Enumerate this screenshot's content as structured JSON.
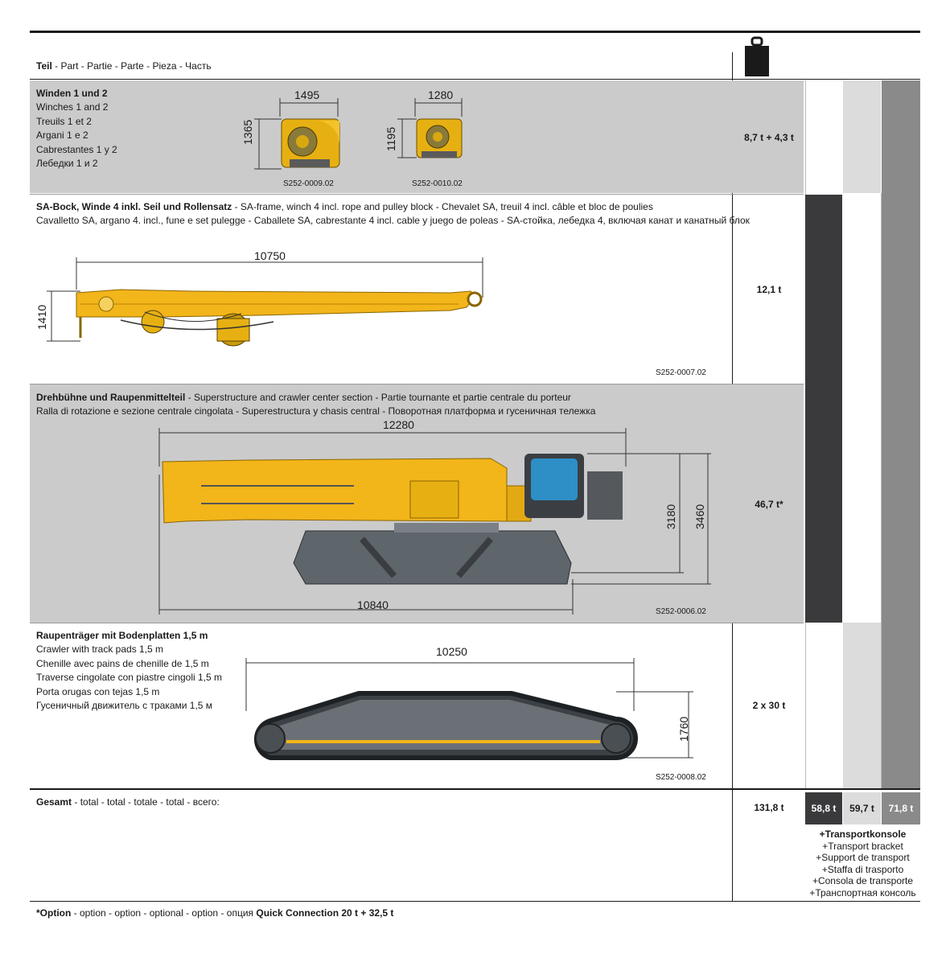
{
  "header": {
    "title_bold": "Teil",
    "title_rest": " - Part - Partie - Parte - Pieza - Часть",
    "weight_icon": "weight-icon"
  },
  "sections": [
    {
      "title_bold": "Winden 1 und 2",
      "lines": [
        "Winches 1 and 2",
        "Treuils 1 et 2",
        "Argani 1 e 2",
        "Cabrestantes 1 y 2",
        "Лебедки 1 и 2"
      ],
      "weight": "8,7 t + 4,3 t",
      "dims": [
        "1495",
        "1365",
        "1280",
        "1195"
      ],
      "codes": [
        "S252-0009.02",
        "S252-0010.02"
      ]
    },
    {
      "title_bold": "SA-Bock, Winde 4 inkl. Seil und Rollensatz",
      "title_rest": " - SA-frame, winch 4 incl. rope and pulley block - Chevalet SA, treuil 4 incl. câble et bloc de poulies",
      "line2": "Cavalletto SA, argano 4. incl., fune e set pulegge - Caballete SA, cabrestante 4 incl. cable y juego de poleas - SA-стойка, лебедка 4, включая канат и канатный блок",
      "weight": "12,1 t",
      "dims": [
        "10750",
        "1410"
      ],
      "code": "S252-0007.02"
    },
    {
      "title_bold": "Drehbühne und Raupenmittelteil",
      "title_rest": " - Superstructure and crawler center section - Partie tournante et partie centrale du porteur",
      "line2": "Ralla di rotazione e sezione centrale cingolata - Superestructura y chasis central - Поворотная платформа и гусеничная тележка",
      "weight": "46,7 t*",
      "dims": [
        "12280",
        "3180",
        "3460",
        "10840"
      ],
      "code": "S252-0006.02"
    },
    {
      "title_bold": "Raupenträger mit Bodenplatten 1,5 m",
      "lines": [
        "Crawler with track pads 1,5 m",
        "Chenille avec pains de chenille de 1,5 m",
        "Traverse cingolate con piastre cingoli 1,5 m",
        "Porta orugas con tejas 1,5 m",
        "Гусеничный движитель с траками 1,5 м"
      ],
      "weight": "2 x 30 t",
      "dims": [
        "10250",
        "1760"
      ],
      "code": "S252-0008.02"
    }
  ],
  "total": {
    "label_bold": "Gesamt",
    "label_rest": " - total - total - totale - total - всего:",
    "weight": "131,8 t",
    "transport_weights": [
      "58,8 t",
      "59,7 t",
      "71,8 t"
    ],
    "transport_title": "+Transportkonsole",
    "transport_lines": [
      "+Transport bracket",
      "+Support de transport",
      "+Staffa di trasporto",
      "+Consola de transporte",
      "+Транспортная консоль"
    ]
  },
  "footer": {
    "option_bold": "*Option",
    "option_rest": " - option - option - optional - option - опция ",
    "quick_bold": "Quick Connection 20 t + 32,5 t"
  },
  "colors": {
    "band_gray": "#cbcbcb",
    "dark_bar": "#3a3a3c",
    "light_bar": "#dcdcdc",
    "mid_bar": "#8a8a8a",
    "crane_yellow": "#f2b51a",
    "crawler_gray": "#5e656b",
    "cab_blue": "#2d8fc6"
  }
}
